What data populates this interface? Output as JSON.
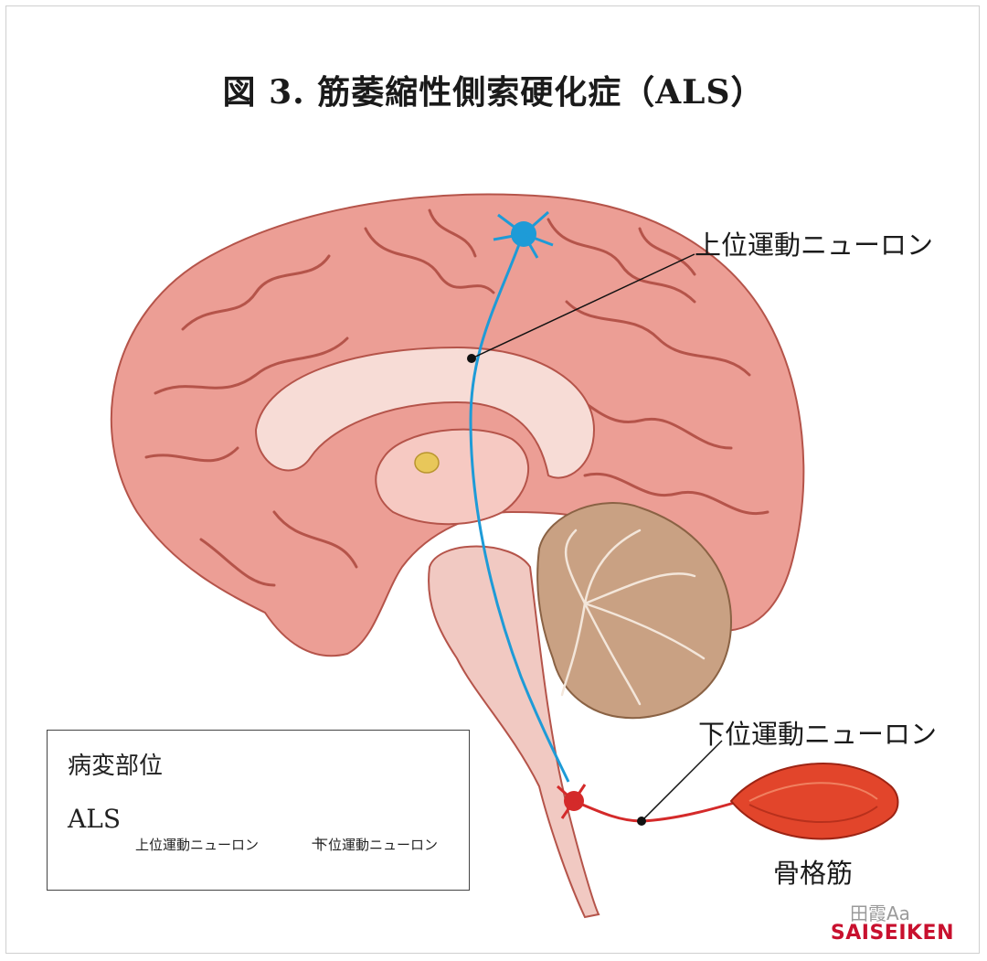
{
  "title": "図 3. 筋萎縮性側索硬化症（ALS）",
  "labels": {
    "upper_motor_neuron": "上位運動ニューロン",
    "lower_motor_neuron": "下位運動ニューロン",
    "skeletal_muscle": "骨格筋"
  },
  "legend": {
    "title": "病変部位",
    "disease": "ALS",
    "upper_caption": "上位運動ニューロン",
    "plus": "＋",
    "lower_caption": "下位運動ニューロン"
  },
  "logo": "SAISEIKEN",
  "watermark": "田霞Aa",
  "colors": {
    "cerebrum": "#ec9e95",
    "cerebrum_outline": "#b5544a",
    "cerebellum": "#c9a183",
    "brainstem": "#f1c9c2",
    "upper_neuron": "#1e9bd7",
    "lower_neuron": "#d42a2a",
    "muscle": "#e2452b"
  }
}
